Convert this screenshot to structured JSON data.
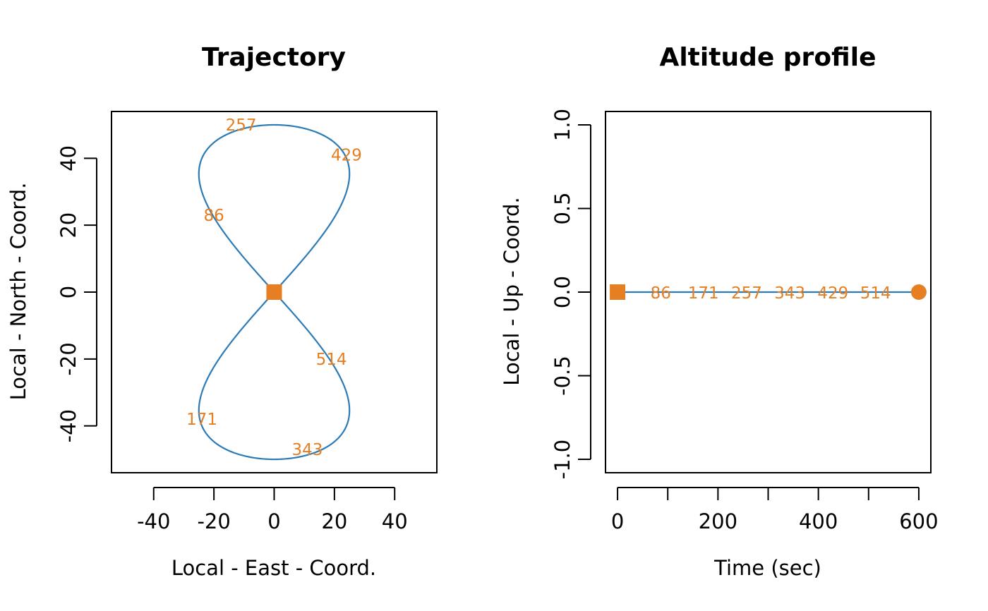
{
  "colors": {
    "line": "#2c7bb6",
    "marker": "#e67e22",
    "axis": "#000000"
  },
  "chart_data": [
    {
      "type": "line",
      "title": "Trajectory",
      "xlabel": "Local - East - Coord.",
      "ylabel": "Local - North - Coord.",
      "xlim": [
        -54,
        54
      ],
      "ylim": [
        -54,
        54
      ],
      "xticks": [
        -40,
        -20,
        0,
        20,
        40
      ],
      "yticks": [
        -40,
        -20,
        0,
        20,
        40
      ],
      "curve": {
        "shape": "figure-eight (lemniscate)",
        "x_amplitude": 25,
        "y_amplitude": 50,
        "period_sec": 686
      },
      "start_marker": {
        "shape": "square",
        "x": 0,
        "y": 0
      },
      "annotations": [
        {
          "text": "86",
          "x": -20,
          "y": 23
        },
        {
          "text": "171",
          "x": -24,
          "y": -38
        },
        {
          "text": "257",
          "x": -11,
          "y": 50
        },
        {
          "text": "343",
          "x": 11,
          "y": -47
        },
        {
          "text": "429",
          "x": 24,
          "y": 41
        },
        {
          "text": "514",
          "x": 19,
          "y": -20
        }
      ]
    },
    {
      "type": "line",
      "title": "Altitude profile",
      "xlabel": "Time (sec)",
      "ylabel": "Local - Up - Coord.",
      "xlim": [
        -24,
        624
      ],
      "ylim": [
        -1.08,
        1.08
      ],
      "xticks": [
        0,
        100,
        200,
        300,
        400,
        500,
        600
      ],
      "xtick_labels": [
        "0",
        "",
        "200",
        "",
        "400",
        "",
        "600"
      ],
      "yticks": [
        -1.0,
        -0.5,
        0.0,
        0.5,
        1.0
      ],
      "ytick_labels": [
        "-1.0",
        "-0.5",
        "0.0",
        "0.5",
        "1.0"
      ],
      "series": [
        {
          "x": [
            0,
            600
          ],
          "y": [
            0,
            0
          ]
        }
      ],
      "start_marker": {
        "shape": "square",
        "x": 0,
        "y": 0
      },
      "end_marker": {
        "shape": "circle",
        "x": 600,
        "y": 0
      },
      "annotations": [
        {
          "text": "86",
          "x": 86,
          "y": 0
        },
        {
          "text": "171",
          "x": 171,
          "y": 0
        },
        {
          "text": "257",
          "x": 257,
          "y": 0
        },
        {
          "text": "343",
          "x": 343,
          "y": 0
        },
        {
          "text": "429",
          "x": 429,
          "y": 0
        },
        {
          "text": "514",
          "x": 514,
          "y": 0
        }
      ]
    }
  ]
}
